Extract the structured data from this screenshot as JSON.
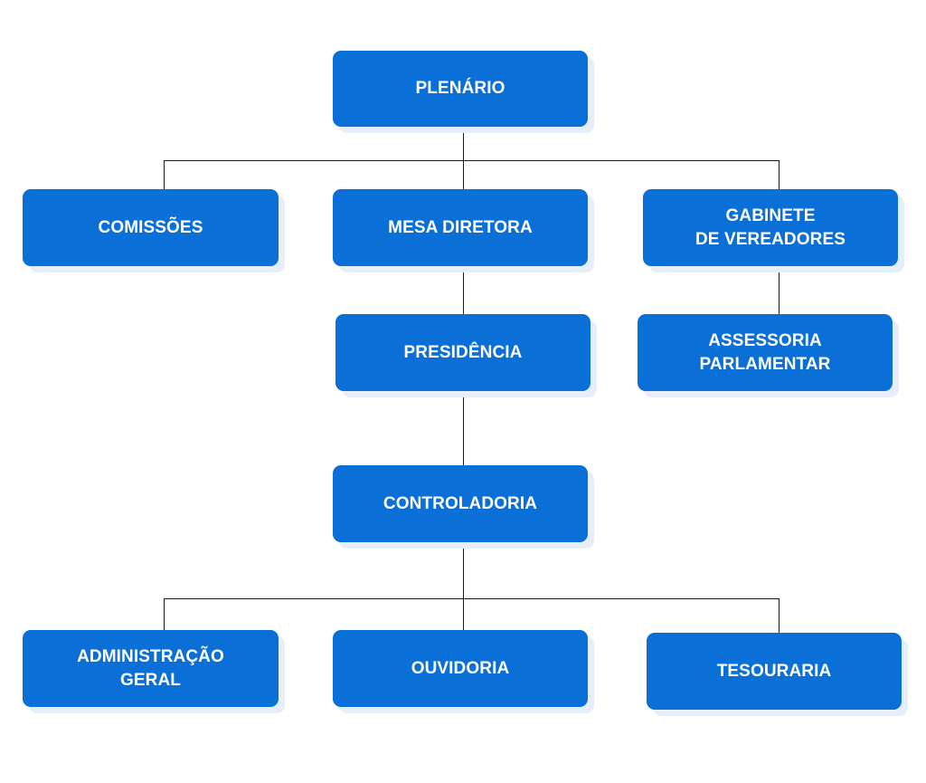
{
  "nodes": {
    "plenario": {
      "label": "PLENÁRIO"
    },
    "comissoes": {
      "label": "COMISSÕES"
    },
    "mesa_diretora": {
      "label": "MESA DIRETORA"
    },
    "gabinete_vereadores": {
      "label": "GABINETE\nDE VEREADORES"
    },
    "presidencia": {
      "label": "PRESIDÊNCIA"
    },
    "assessoria_parlamentar": {
      "label": "ASSESSORIA\nPARLAMENTAR"
    },
    "controladoria": {
      "label": "CONTROLADORIA"
    },
    "administracao_geral": {
      "label": "ADMINISTRAÇÃO\nGERAL"
    },
    "ouvidoria": {
      "label": "OUVIDORIA"
    },
    "tesouraria": {
      "label": "TESOURARIA"
    }
  },
  "colors": {
    "node_fill": "#0a6fd6",
    "node_text": "#ffffff",
    "node_shadow": "#e6eefa",
    "connector": "#1a1a1a",
    "background": "#ffffff"
  }
}
